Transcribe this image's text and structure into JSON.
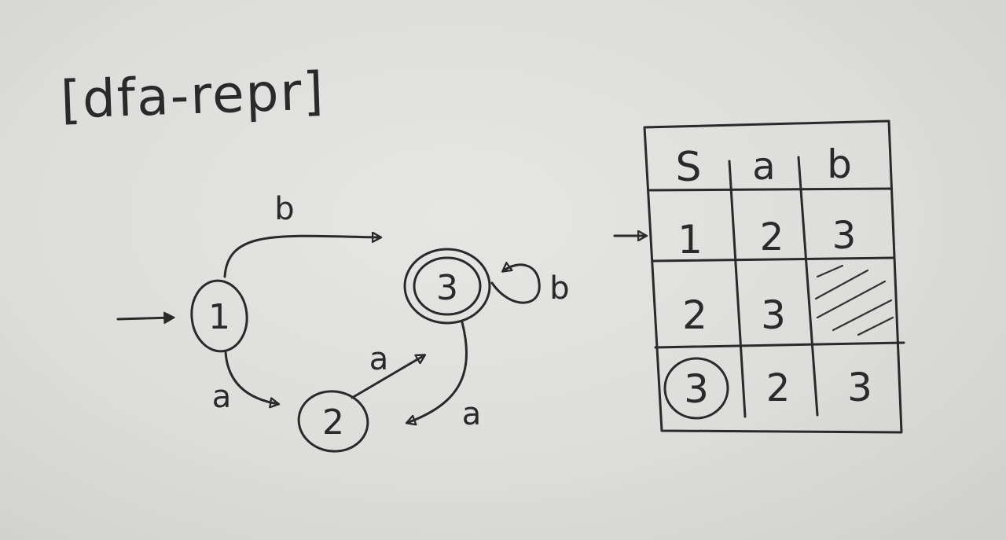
{
  "title": "[dfa-repr]",
  "diagram": {
    "states": [
      {
        "label": "1",
        "start": true,
        "accepting": false
      },
      {
        "label": "2",
        "start": false,
        "accepting": false
      },
      {
        "label": "3",
        "start": false,
        "accepting": true
      }
    ],
    "transitions": [
      {
        "from": "1",
        "to": "3",
        "symbol": "b"
      },
      {
        "from": "1",
        "to": "2",
        "symbol": "a"
      },
      {
        "from": "2",
        "to": "3",
        "symbol": "a"
      },
      {
        "from": "3",
        "to": "3",
        "symbol": "b"
      },
      {
        "from": "3",
        "to": "2",
        "symbol": "a"
      }
    ]
  },
  "table": {
    "headers": [
      "S",
      "a",
      "b"
    ],
    "rows": [
      {
        "state": "1",
        "start": true,
        "accepting": false,
        "a": "2",
        "b": "3"
      },
      {
        "state": "2",
        "start": false,
        "accepting": false,
        "a": "3",
        "b": ""
      },
      {
        "state": "3",
        "start": false,
        "accepting": true,
        "a": "2",
        "b": "3"
      }
    ]
  }
}
